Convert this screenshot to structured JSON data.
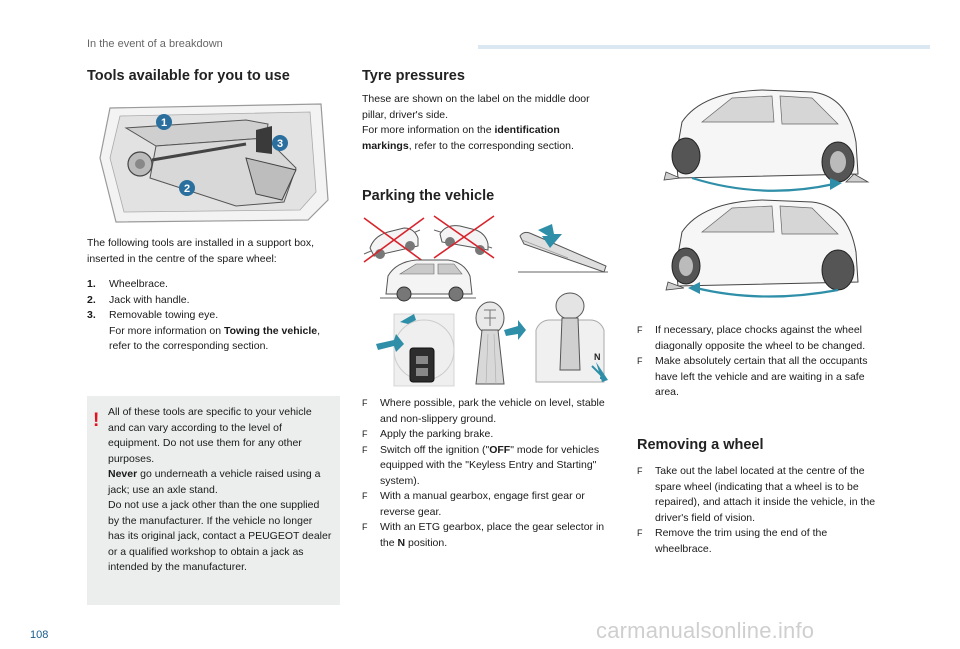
{
  "header": {
    "section_title": "In the event of a breakdown"
  },
  "footer": {
    "page_number": "108",
    "watermark": "carmanualsonline.info"
  },
  "tools": {
    "title": "Tools available for you to use",
    "callouts": [
      "1",
      "2",
      "3"
    ],
    "intro": "The following tools are installed in a support box, inserted in the centre of the spare wheel:",
    "items": [
      {
        "num": "1.",
        "text": "Wheelbrace."
      },
      {
        "num": "2.",
        "text": "Jack with handle."
      },
      {
        "num": "3.",
        "text_before": "Removable towing eye.",
        "text_line2": "For more information on ",
        "bold": "Towing the vehicle",
        "text_after": ", refer to the corresponding section."
      }
    ],
    "warning": {
      "mark": "!",
      "p1": "All of these tools are specific to your vehicle and can vary according to the level of equipment. Do not use them for any other purposes.",
      "never_bold": "Never",
      "p2": " go underneath a vehicle raised using a jack; use an axle stand.",
      "p3": "Do not use a jack other than the one supplied by the manufacturer. If the vehicle no longer has its original jack, contact a PEUGEOT dealer or a qualified workshop to obtain a jack as intended by the manufacturer."
    }
  },
  "tyre": {
    "title": "Tyre pressures",
    "p1": "These are shown on the label on the middle door pillar, driver's side.",
    "p2_before": "For more information on the ",
    "p2_bold": "identification markings",
    "p2_after": ", refer to the corresponding section."
  },
  "parking": {
    "title": "Parking the vehicle",
    "gear_letter": "N",
    "bullet_glyph": "F",
    "bullets": [
      {
        "text": "Where possible, park the vehicle on level, stable and non-slippery ground."
      },
      {
        "text": "Apply the parking brake."
      },
      {
        "before": "Switch off the ignition (\"",
        "bold": "OFF",
        "after": "\" mode for vehicles equipped with the \"Keyless Entry and Starting\" system)."
      },
      {
        "text": "With a manual gearbox, engage first gear or reverse gear."
      },
      {
        "before": "With an ETG gearbox, place the gear selector in the ",
        "bold": "N",
        "after": " position."
      }
    ]
  },
  "chocks": {
    "bullets": [
      "If necessary, place chocks against the wheel diagonally opposite the wheel to be changed.",
      "Make absolutely certain that all the occupants have left the vehicle and are waiting in a safe area."
    ]
  },
  "removing": {
    "title": "Removing a wheel",
    "bullets": [
      "Take out the label located at the centre of the spare wheel (indicating that a wheel is to be repaired), and attach it inside the vehicle, in the driver's field of vision.",
      "Remove the trim using the end of the wheelbrace."
    ]
  },
  "colors": {
    "accent": "#1a5c8c",
    "callout": "#2a6f9e",
    "warning_red": "#e0141e",
    "arrow_blue": "#2f8fa8",
    "cross_red": "#d8242c",
    "box_grey": "#eceeee"
  }
}
